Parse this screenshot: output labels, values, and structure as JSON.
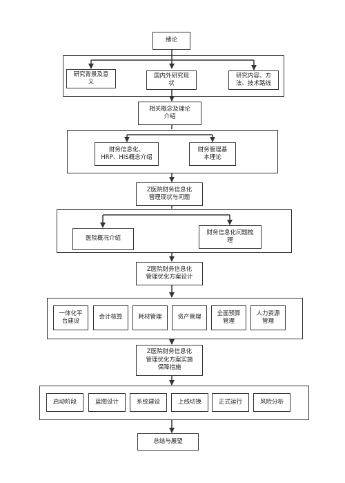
{
  "nodes": {
    "intro": "绪论",
    "background": "研究背景及意\n义",
    "domestic": "国内外研究现\n状",
    "methods": "研究内容、方\n法、技术路线",
    "concepts": "相关概念及理论\n介绍",
    "finance_it": "财务信息化、\nHRP、HIS概念介绍",
    "theory": "财务管理基\n本理论",
    "status": "Z医院财务信息化\n管理现状与问题",
    "hospital": "医院概况介绍",
    "problems": "财务信息化问题梳\n理",
    "design": "Z医院财务信息化\n管理优化方案设计",
    "platform": "一体化平\n台建设",
    "accounting": "会计核算",
    "materials": "耗材管理",
    "assets": "资产管理",
    "budget": "全面预算\n管理",
    "hr": "人力资源\n管理",
    "measures": "Z医院财务信息化\n管理优化方案实施\n保障措施",
    "startup": "启动阶段",
    "blueprint": "蓝图设计",
    "system": "系统建设",
    "golive": "上线切换",
    "operation": "正式运行",
    "risk": "风险分析",
    "conclusion": "总结与展望"
  }
}
